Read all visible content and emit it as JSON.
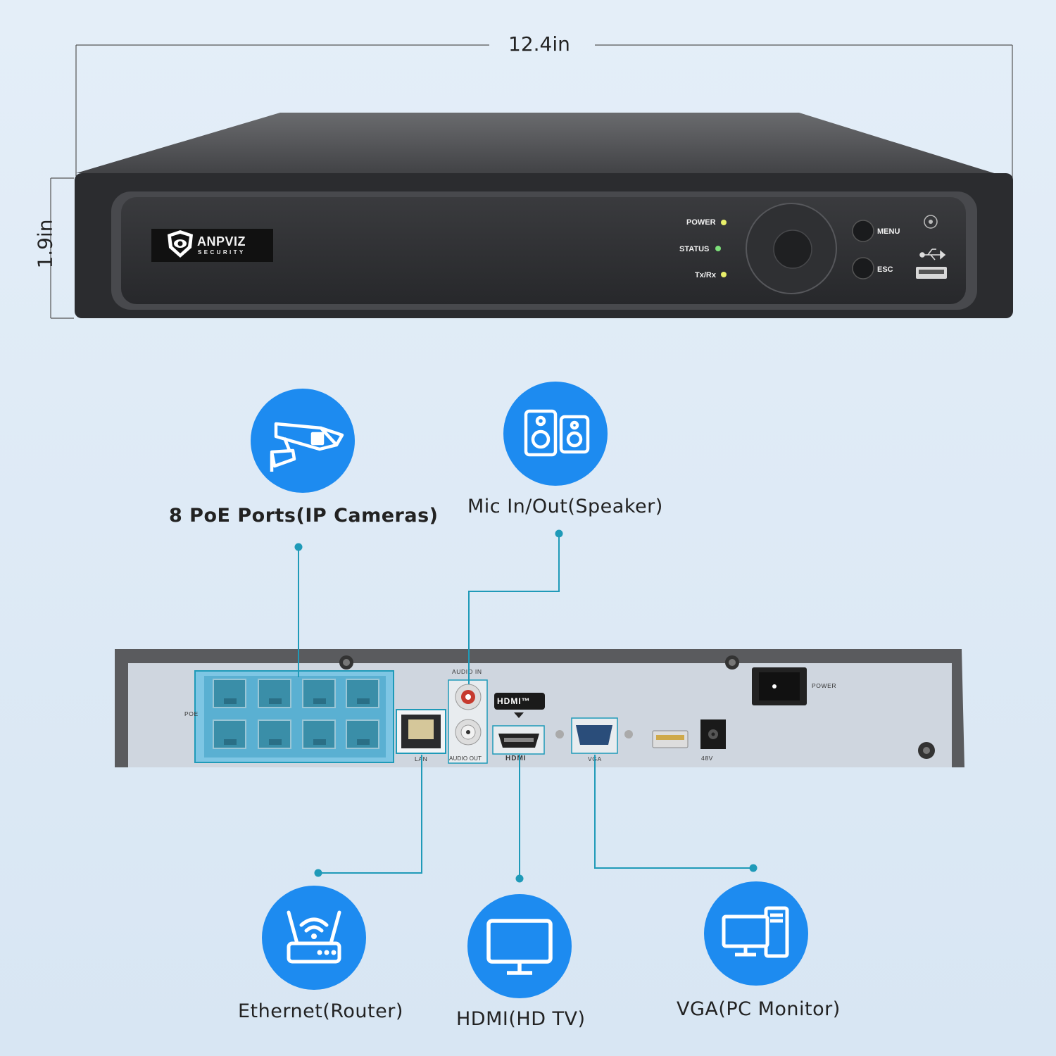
{
  "dimensions": {
    "width_label": "12.4in",
    "height_label": "1.9in"
  },
  "front_panel": {
    "brand": "ANPVIZ",
    "brand_sub": "SECURITY",
    "leds": [
      {
        "label": "POWER",
        "color": "#e8ef6a"
      },
      {
        "label": "STATUS",
        "color": "#7de07a"
      },
      {
        "label": "Tx/Rx",
        "color": "#e8ef6a"
      }
    ],
    "buttons": {
      "menu": "MENU",
      "esc": "ESC"
    }
  },
  "rear_panel": {
    "poe_label": "POE",
    "audio_in": "AUDIO IN",
    "audio_out": "AUDIO OUT",
    "lan": "LAN",
    "hdmi_badge": "HDMI™",
    "hdmi": "HDMI",
    "vga": "VGA",
    "power": "POWER",
    "dc": "48V"
  },
  "features": [
    {
      "id": "poe",
      "label": "8 PoE Ports(IP Cameras)",
      "icon": "cctv-camera-icon"
    },
    {
      "id": "audio",
      "label": "Mic In/Out(Speaker)",
      "icon": "speaker-icon"
    },
    {
      "id": "ethernet",
      "label": "Ethernet(Router)",
      "icon": "router-icon"
    },
    {
      "id": "hdmi",
      "label": "HDMI(HD TV)",
      "icon": "tv-monitor-icon"
    },
    {
      "id": "vga",
      "label": "VGA(PC Monitor)",
      "icon": "desktop-pc-icon"
    }
  ],
  "colors": {
    "accent": "#1d8bf0",
    "leader": "#1f9ab8",
    "device": "#2c2d30"
  }
}
